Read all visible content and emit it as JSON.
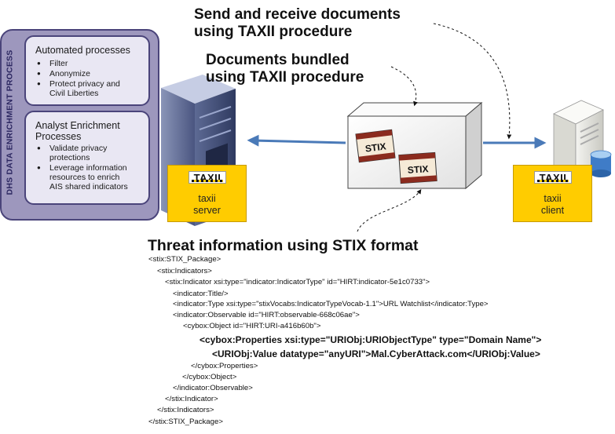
{
  "dhs_panel": {
    "vertical_label": "DHS DATA ENRICHMENT PROCESS",
    "automated": {
      "title": "Automated processes",
      "items": [
        "Filter",
        "Anonymize",
        "Protect privacy and",
        "Civil Liberties"
      ]
    },
    "analyst": {
      "title_line1": "Analyst Enrichment",
      "title_line2": "Processes",
      "items": [
        [
          "Validate privacy",
          "protections"
        ],
        [
          "Leverage information",
          "resources to enrich",
          "AIS shared indicators"
        ]
      ]
    }
  },
  "headings": {
    "send_receive_1": "Send and receive documents",
    "send_receive_2": "using TAXII procedure",
    "bundled_1": "Documents bundled",
    "bundled_2": "using TAXII procedure",
    "threat": "Threat information using STIX format"
  },
  "taxii_server": {
    "logo": "TAXII",
    "label_line1": "taxii",
    "label_line2": "server"
  },
  "taxii_client": {
    "logo": "TAXII",
    "label_line1": "taxii",
    "label_line2": "client"
  },
  "stix_docs": [
    "STIX",
    "STIX"
  ],
  "xml_lines": [
    "<stix:STIX_Package>",
    "<stix:Indicators>",
    "<stix:Indicator xsi:type=\"indicator:IndicatorType\" id=\"HIRT:indicator-5e1c0733\">",
    "<indicator:Title/>",
    "<indicator:Type xsi:type=\"stixVocabs:IndicatorTypeVocab-1.1\">URL Watchlist</indicator:Type>",
    "<indicator:Observable id=\"HIRT:observable-668c06ae\">",
    "<cybox:Object id=\"HIRT:URI-a416b60b\">",
    "<cybox:Properties xsi:type=\"URIObj:URIObjectType\" type=\"Domain Name\">",
    "<URIObj:Value datatype=\"anyURI\">Mal.CyberAttack.com</URIObj:Value>",
    "</cybox:Properties>",
    "</cybox:Object>",
    "</indicator:Observable>",
    "</stix:Indicator>",
    "</stix:Indicators>",
    "</stix:STIX_Package>"
  ],
  "colors": {
    "panel": "#9d97bd",
    "panel_border": "#4a447a",
    "box_fill": "#e9e7f3",
    "arrow": "#4a7ab8",
    "taxii_yellow": "#ffcc00"
  }
}
